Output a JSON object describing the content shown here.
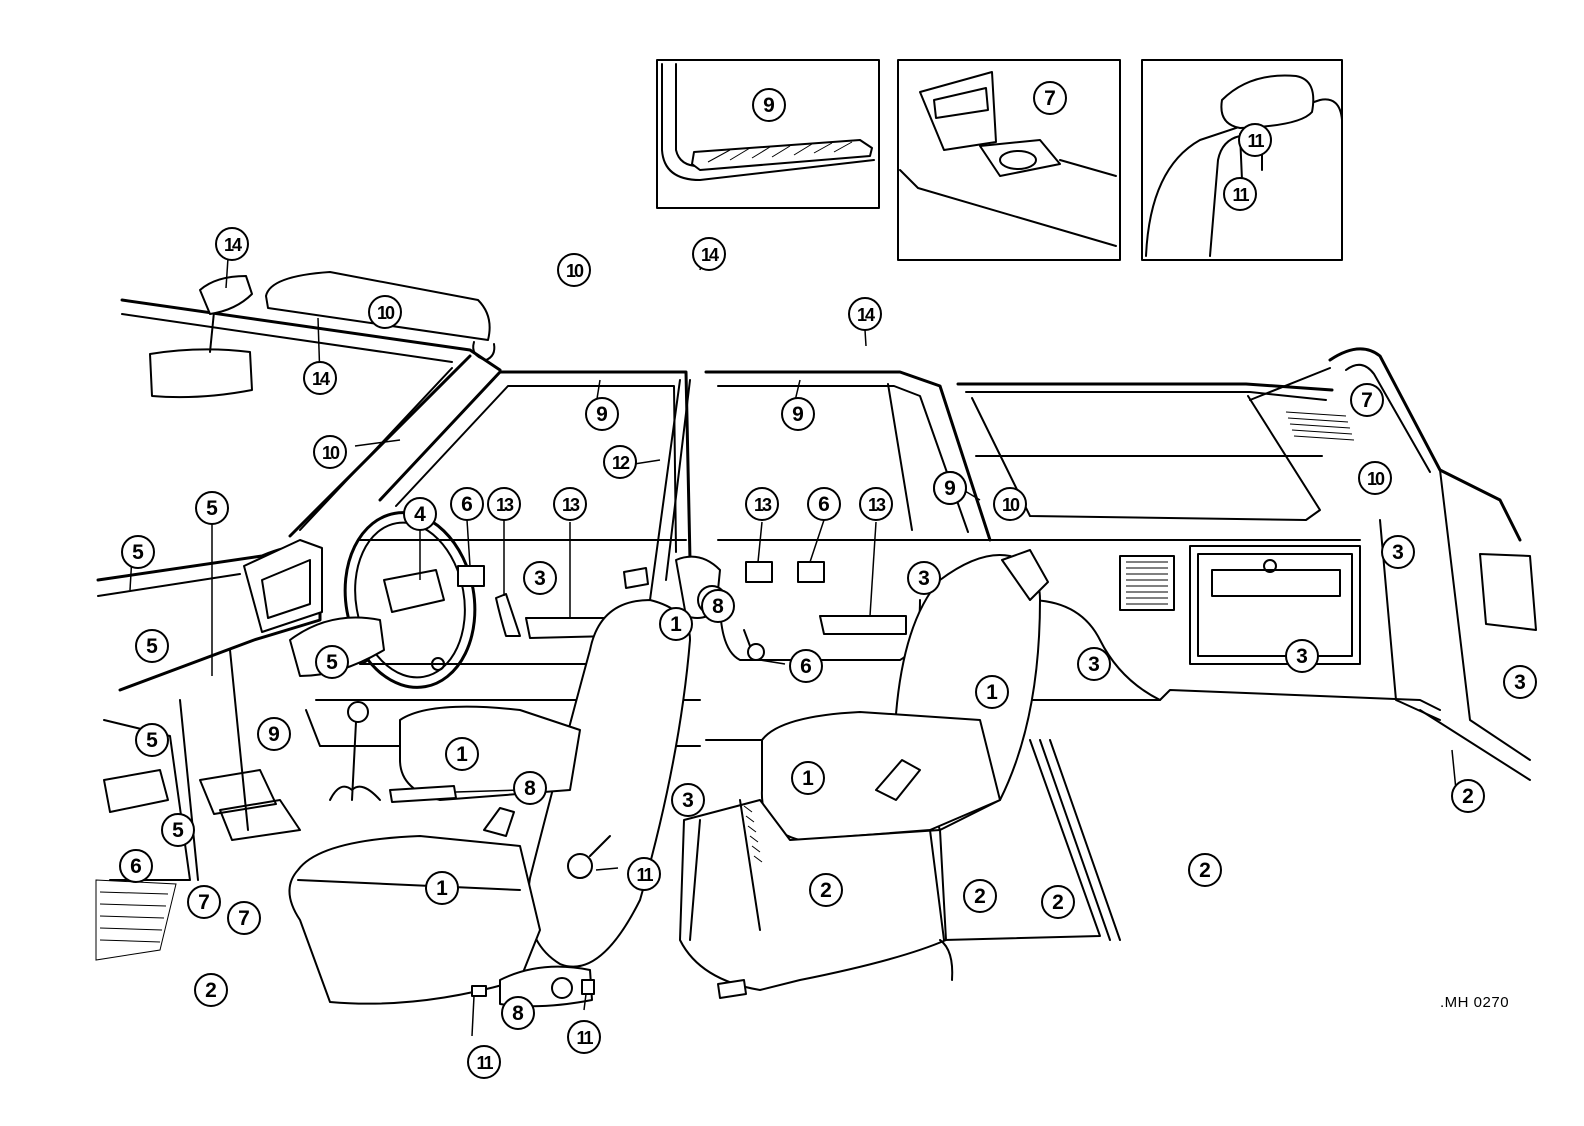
{
  "drawing_code": ".MH 0270",
  "callouts": [
    {
      "label": "9"
    },
    {
      "label": "7"
    },
    {
      "label": "11"
    },
    {
      "label": "11"
    },
    {
      "label": "14"
    },
    {
      "label": "14"
    },
    {
      "label": "10"
    },
    {
      "label": "10"
    },
    {
      "label": "14"
    },
    {
      "label": "14"
    },
    {
      "label": "9"
    },
    {
      "label": "9"
    },
    {
      "label": "10"
    },
    {
      "label": "12"
    },
    {
      "label": "10"
    },
    {
      "label": "10"
    },
    {
      "label": "10"
    },
    {
      "label": "7"
    },
    {
      "label": "5"
    },
    {
      "label": "5"
    },
    {
      "label": "4"
    },
    {
      "label": "6"
    },
    {
      "label": "13"
    },
    {
      "label": "13"
    },
    {
      "label": "3"
    },
    {
      "label": "13"
    },
    {
      "label": "6"
    },
    {
      "label": "13"
    },
    {
      "label": "3"
    },
    {
      "label": "9"
    },
    {
      "label": "3"
    },
    {
      "label": "5"
    },
    {
      "label": "5"
    },
    {
      "label": "8"
    },
    {
      "label": "6"
    },
    {
      "label": "3"
    },
    {
      "label": "3"
    },
    {
      "label": "1"
    },
    {
      "label": "1"
    },
    {
      "label": "3"
    },
    {
      "label": "5"
    },
    {
      "label": "9"
    },
    {
      "label": "1"
    },
    {
      "label": "8"
    },
    {
      "label": "1"
    },
    {
      "label": "2"
    },
    {
      "label": "3"
    },
    {
      "label": "6"
    },
    {
      "label": "5"
    },
    {
      "label": "7"
    },
    {
      "label": "7"
    },
    {
      "label": "1"
    },
    {
      "label": "11"
    },
    {
      "label": "2"
    },
    {
      "label": "2"
    },
    {
      "label": "2"
    },
    {
      "label": "2"
    },
    {
      "label": "2"
    },
    {
      "label": "8"
    },
    {
      "label": "11"
    },
    {
      "label": "11"
    }
  ]
}
